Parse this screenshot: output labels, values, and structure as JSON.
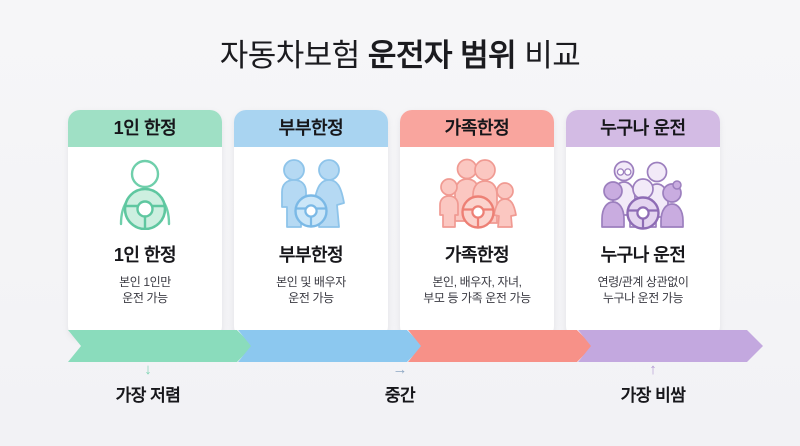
{
  "title": {
    "part1": "자동차보험 ",
    "part2": "운전자 범위",
    "part3": " 비교"
  },
  "colors": {
    "green": "#9FE0C5",
    "blue": "#A9D4F1",
    "coral": "#F9A59E",
    "purple": "#D3BBE4",
    "green_arrow": "#8ADCBC",
    "blue_arrow": "#8CC8EF",
    "coral_arrow": "#F79188",
    "purple_arrow": "#C3A8DF",
    "background": "#F4F4F6",
    "card": "#FFFFFF",
    "text_dark": "#17171B",
    "text_body": "#3A3A42"
  },
  "cards": [
    {
      "header": "1인 한정",
      "icon": "single-driver-icon",
      "title": "1인 한정",
      "desc_line1": "본인 1인만",
      "desc_line2": "운전 가능",
      "color": "#9FE0C5",
      "icon_color": "#6FCFAB"
    },
    {
      "header": "부부한정",
      "icon": "couple-driver-icon",
      "title": "부부한정",
      "desc_line1": "본인 및 배우자",
      "desc_line2": "운전 가능",
      "color": "#A9D4F1",
      "icon_color": "#9CCCEE"
    },
    {
      "header": "가족한정",
      "icon": "family-driver-icon",
      "title": "가족한정",
      "desc_line1": "본인, 배우자, 자녀,",
      "desc_line2": "부모 등 가족 운전 가능",
      "color": "#F9A59E",
      "icon_color": "#F4A29B"
    },
    {
      "header": "누구나 운전",
      "icon": "anyone-driver-icon",
      "title": "누구나 운전",
      "desc_line1": "연령/관계 상관없이",
      "desc_line2": "누구나 운전 가능",
      "color": "#D3BBE4",
      "icon_color": "#B99AD6"
    }
  ],
  "price_scale": {
    "arrows": [
      {
        "name": "cheapest-arrow",
        "color": "#8ADCBC"
      },
      {
        "name": "mid-low-arrow",
        "color": "#8CC8EF"
      },
      {
        "name": "mid-high-arrow",
        "color": "#F79188"
      },
      {
        "name": "most-expensive-arrow",
        "color": "#C3A8DF"
      }
    ],
    "labels": [
      {
        "marker": "↓",
        "marker_name": "down-arrow-icon",
        "text": "가장 저렴",
        "color": "#7FD4B4"
      },
      {
        "marker": "→",
        "marker_name": "right-arrow-icon",
        "text": "중간",
        "color": "#8FA8C4"
      },
      {
        "marker": "↑",
        "marker_name": "up-arrow-icon",
        "text": "가장 비쌈",
        "color": "#B49AD4"
      }
    ]
  }
}
